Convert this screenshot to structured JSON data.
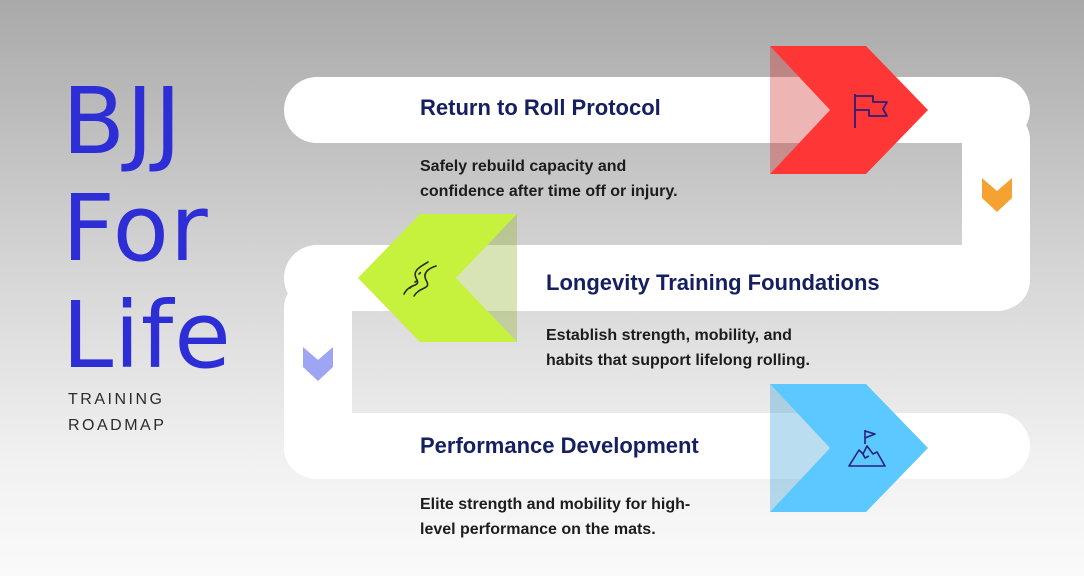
{
  "title": {
    "line1": "BJJ",
    "line2": "For",
    "line3": "Life",
    "subtitle_line1": "TRAINING",
    "subtitle_line2": "ROADMAP"
  },
  "colors": {
    "title": "#2e2ed6",
    "heading": "#162060",
    "step1_arrow": "#ff3636",
    "step2_arrow": "#c6f23e",
    "step3_arrow": "#5bc8ff",
    "connector1": "#f5a233",
    "connector2": "#9ea6f4",
    "band": "#ffffff"
  },
  "steps": [
    {
      "heading": "Return to Roll Protocol",
      "desc_line1": "Safely rebuild capacity and",
      "desc_line2": "confidence after time off or injury.",
      "icon": "flag-icon"
    },
    {
      "heading": "Longevity Training Foundations",
      "desc_line1": "Establish strength, mobility, and",
      "desc_line2": "habits that support lifelong rolling.",
      "icon": "winding-road-icon"
    },
    {
      "heading": "Performance Development",
      "desc_line1": "Elite strength and mobility for high-",
      "desc_line2": "level performance on the mats.",
      "icon": "mountain-flag-icon"
    }
  ]
}
